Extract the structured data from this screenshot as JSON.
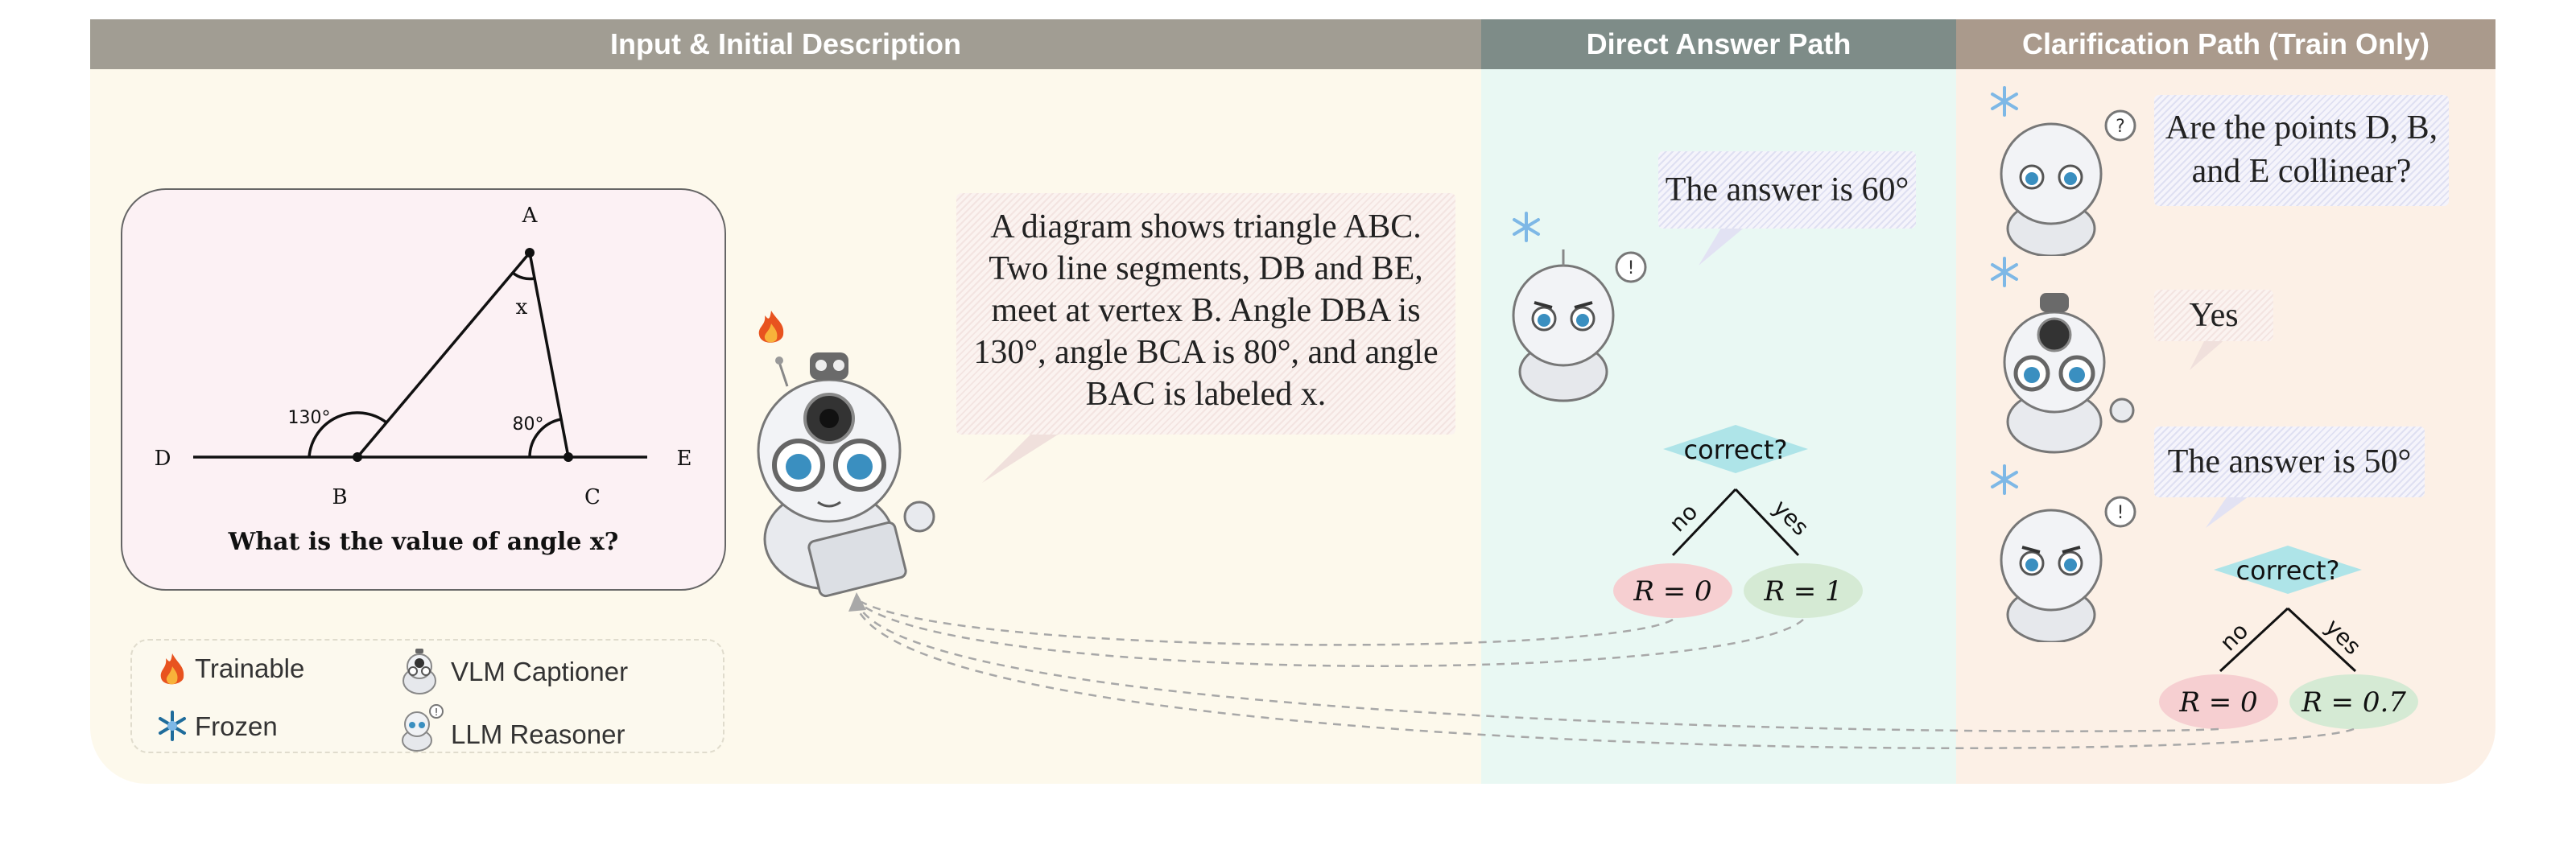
{
  "panels": {
    "input": {
      "title": "Input & Initial Description"
    },
    "direct": {
      "title": "Direct Answer Path"
    },
    "clarify": {
      "title": "Clarification Path (Train Only)"
    }
  },
  "geometry": {
    "points": {
      "A": "A",
      "B": "B",
      "C": "C",
      "D": "D",
      "E": "E"
    },
    "angle_labels": {
      "x": "x",
      "b": "130°",
      "c": "80°"
    },
    "question": "What is the value of angle x?"
  },
  "caption": {
    "lines": [
      "A diagram shows triangle ABC.",
      "Two line segments, DB and BE,",
      "meet at vertex B. Angle DBA is",
      "130°, angle BCA is 80°, and angle",
      "BAC is labeled x."
    ]
  },
  "direct_path": {
    "answer": "The answer is 60°",
    "decision": "correct?",
    "branch_no": "no",
    "branch_yes": "yes",
    "reward_no": "R = 0",
    "reward_yes": "R = 1"
  },
  "clarify_path": {
    "question_lines": [
      "Are the points D, B,",
      "and E collinear?"
    ],
    "reply": "Yes",
    "answer": "The answer is 50°",
    "decision": "correct?",
    "branch_no": "no",
    "branch_yes": "yes",
    "reward_no": "R = 0",
    "reward_yes": "R = 0.7"
  },
  "legend": {
    "trainable": "Trainable",
    "frozen": "Frozen",
    "captioner": "VLM Captioner",
    "reasoner": "LLM Reasoner"
  },
  "colors": {
    "reward_zero": "#f6cfd1",
    "reward_pos": "#d5ead4",
    "decision": "#aee4e8",
    "frozen": "#7eb8e6",
    "flame": "#e8531f"
  }
}
